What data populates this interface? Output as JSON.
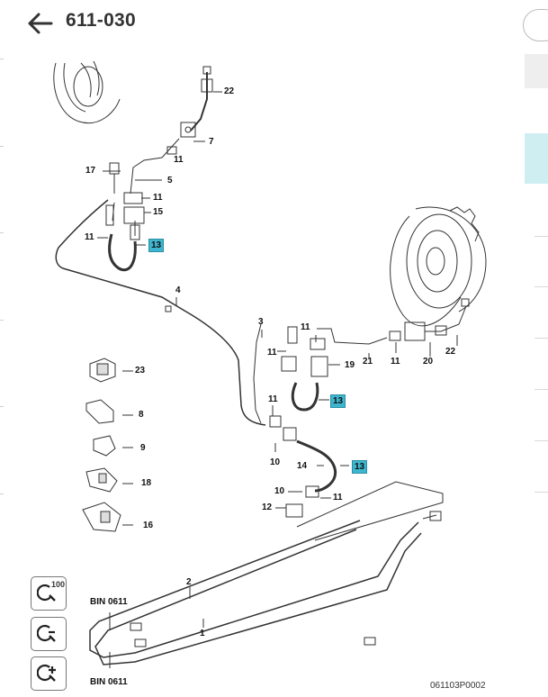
{
  "header": {
    "title": "611-030"
  },
  "callouts": {
    "c22a": "22",
    "c7": "7",
    "c11a": "11",
    "c17": "17",
    "c5": "5",
    "c11b": "11",
    "c15": "15",
    "c11c": "11",
    "c13a": "13",
    "c4": "4",
    "c3": "3",
    "c11d": "11",
    "c11e": "11",
    "c19": "19",
    "c21": "21",
    "c11f": "11",
    "c20": "20",
    "c22b": "22",
    "c13b": "13",
    "c23": "23",
    "c8": "8",
    "c11g": "11",
    "c9": "9",
    "c10a": "10",
    "c14": "14",
    "c13c": "13",
    "c18": "18",
    "c10b": "10",
    "c11h": "11",
    "c12": "12",
    "c16": "16",
    "c2": "2",
    "c1": "1"
  },
  "bins": {
    "top": "BIN 0611",
    "bottom": "BIN 0611"
  },
  "diagram_code": "061103P0002",
  "zoom": {
    "level": "100"
  },
  "colors": {
    "highlight": "#3fb6cf",
    "active_tab": "#cfeef2"
  }
}
